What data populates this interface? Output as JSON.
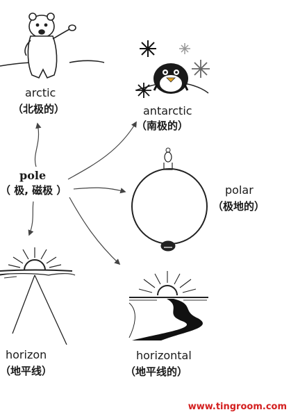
{
  "words": {
    "arctic": {
      "en": "arctic",
      "zh": "（北极的）"
    },
    "antarctic": {
      "en": "antarctic",
      "zh": "（南极的）"
    },
    "pole": {
      "en": "pole",
      "zh": "（ 极, 磁极 ）"
    },
    "polar": {
      "en": "polar",
      "zh": "（极地的）"
    },
    "horizon": {
      "en": "horizon",
      "zh": "（地平线）"
    },
    "horizontal": {
      "en": "horizontal",
      "zh": "（地平线的）"
    }
  },
  "watermark": "www.tingroom.com",
  "icons": {
    "arctic": "polar-bear-icon",
    "antarctic": "penguin-snowflake-icon",
    "polar": "globe-with-pole-figures-icon",
    "horizon": "sunrise-horizon-icon",
    "horizontal": "sun-over-road-icon"
  }
}
